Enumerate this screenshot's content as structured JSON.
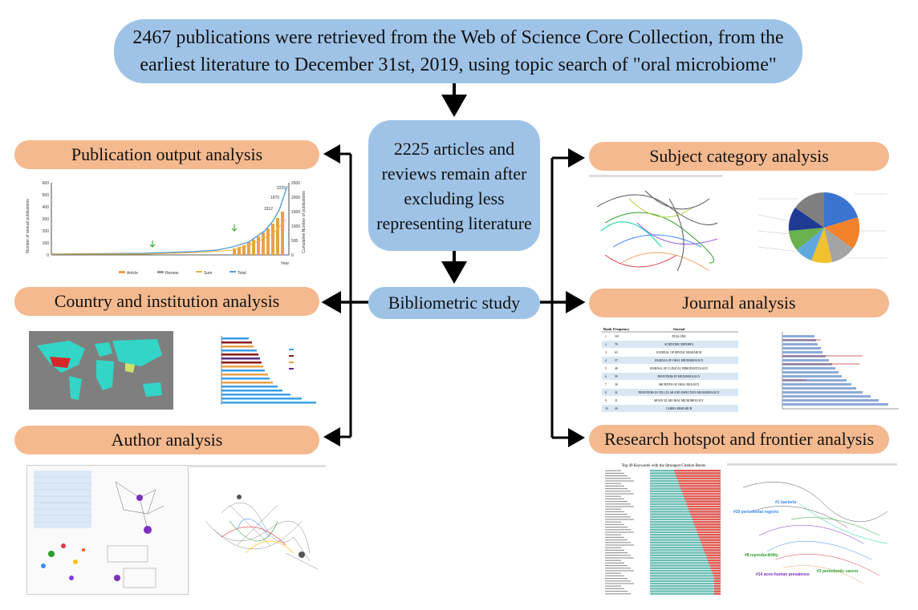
{
  "top_box": "2467 publications were retrieved from the Web of Science Core Collection, from the earliest literature to December 31st, 2019, using topic search of \"oral microbiome\"",
  "middle_box": "2225 articles and reviews remain after excluding less representing literature",
  "center_box": "Bibliometric study",
  "left_categories": [
    "Publication output analysis",
    "Country and institution analysis",
    "Author analysis"
  ],
  "right_categories": [
    "Subject category analysis",
    "Journal analysis",
    "Research hotspot and frontier analysis"
  ],
  "pub_chart": {
    "left_axis_label": "Number of annual publications",
    "right_axis_label": "Cumulative Number of publications",
    "x_label": "Year",
    "legend": [
      "Article",
      "Review",
      "Sum",
      "Total"
    ],
    "left_ticks": [
      "0",
      "100",
      "200",
      "300",
      "400",
      "500",
      "600"
    ],
    "right_ticks": [
      "0",
      "500",
      "1000",
      "1500",
      "2000",
      "2500"
    ],
    "top_values": [
      "2225",
      "1970",
      "1512"
    ]
  },
  "journal_table": {
    "headers": [
      "Rank",
      "Frequency",
      "Journal"
    ],
    "rows": [
      [
        "1",
        "110",
        "PLOS ONE"
      ],
      [
        "2",
        "79",
        "SCIENTIFIC REPORTS"
      ],
      [
        "3",
        "63",
        "JOURNAL OF DENTAL RESEARCH"
      ],
      [
        "4",
        "57",
        "JOURNAL OF ORAL MICROBIOLOGY"
      ],
      [
        "5",
        "48",
        "JOURNAL OF CLINICAL PERIODONTOLOGY"
      ],
      [
        "6",
        "39",
        "FRONTIERS IN MICROBIOLOGY"
      ],
      [
        "7",
        "38",
        "ARCHIVES OF ORAL BIOLOGY"
      ],
      [
        "8",
        "32",
        "FRONTIERS IN CELLULAR AND INFECTION MICROBIOLOGY"
      ],
      [
        "9",
        "31",
        "MOLECULAR ORAL MICROBIOLOGY"
      ],
      [
        "10",
        "26",
        "CARIES RESEARCH"
      ]
    ]
  },
  "burst_title": "Top 49 Keywords with the Strongest Citation Bursts",
  "hotspot_labels": [
    "#1 bacteria",
    "#10 periodontal regions",
    "#8 reproducibility",
    "#14 acne-human prevalence",
    "#3 periodontic cancer"
  ],
  "colors": {
    "blue": "#9fc3e7",
    "orange": "#f5b98f",
    "arrow": "#000000"
  }
}
